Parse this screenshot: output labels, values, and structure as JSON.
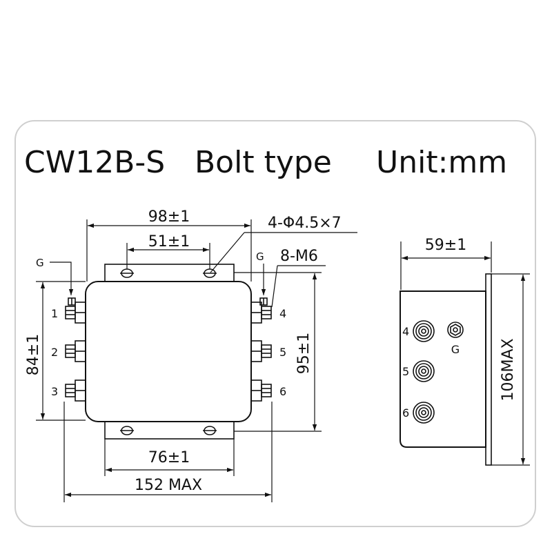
{
  "header": {
    "model": "CW12B-S",
    "type": "Bolt type",
    "unit": "Unit:mm"
  },
  "front_view": {
    "dim_top_overall": "98±1",
    "dim_top_inner": "51±1",
    "callout_holes": "4-Φ4.5×7",
    "callout_bolts": "8-M6",
    "ground_left": "G",
    "ground_right": "G",
    "dim_left_height": "84±1",
    "dim_right_height": "95±1",
    "dim_bottom_inner": "76±1",
    "dim_bottom_overall": "152 MAX",
    "terminals_left": [
      "1",
      "2",
      "3"
    ],
    "terminals_right": [
      "4",
      "5",
      "6"
    ]
  },
  "side_view": {
    "dim_top": "59±1",
    "dim_height": "106MAX",
    "terminals": [
      "4",
      "5",
      "6"
    ],
    "ground": "G"
  },
  "colors": {
    "line": "#111111",
    "border": "#cfcfcf"
  }
}
